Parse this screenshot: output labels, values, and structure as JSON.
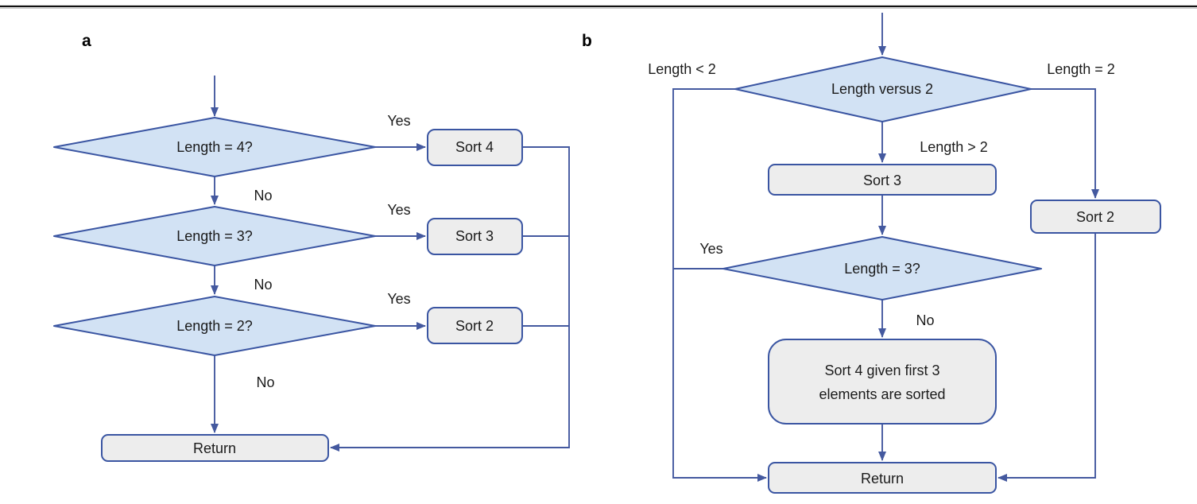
{
  "panels": {
    "a": {
      "label": "a",
      "nodes": {
        "d_len4": "Length = 4?",
        "d_len3": "Length = 3?",
        "d_len2": "Length = 2?",
        "sort4": "Sort 4",
        "sort3": "Sort 3",
        "sort2": "Sort 2",
        "return_box": "Return"
      },
      "edge_labels": {
        "yes_1": "Yes",
        "yes_2": "Yes",
        "yes_3": "Yes",
        "no_1": "No",
        "no_2": "No",
        "no_3": "No"
      }
    },
    "b": {
      "label": "b",
      "nodes": {
        "d_versus": "Length versus 2",
        "sort3": "Sort 3",
        "d_len3": "Length = 3?",
        "sort4_given_line1": "Sort 4 given first 3",
        "sort4_given_line2": "elements are sorted",
        "sort2": "Sort 2",
        "return_box": "Return"
      },
      "edge_labels": {
        "length_lt_2": "Length < 2",
        "length_eq_2": "Length = 2",
        "length_gt_2": "Length > 2",
        "yes": "Yes",
        "no": "No"
      }
    }
  },
  "colors": {
    "diamond-fill": "#d2e2f4",
    "box-fill": "#ededed",
    "node-border": "#3a55a2",
    "line": "#44599f",
    "text": "#1b1b1b",
    "rule": "#111111",
    "rule-shadow": "#c9c9c9"
  }
}
